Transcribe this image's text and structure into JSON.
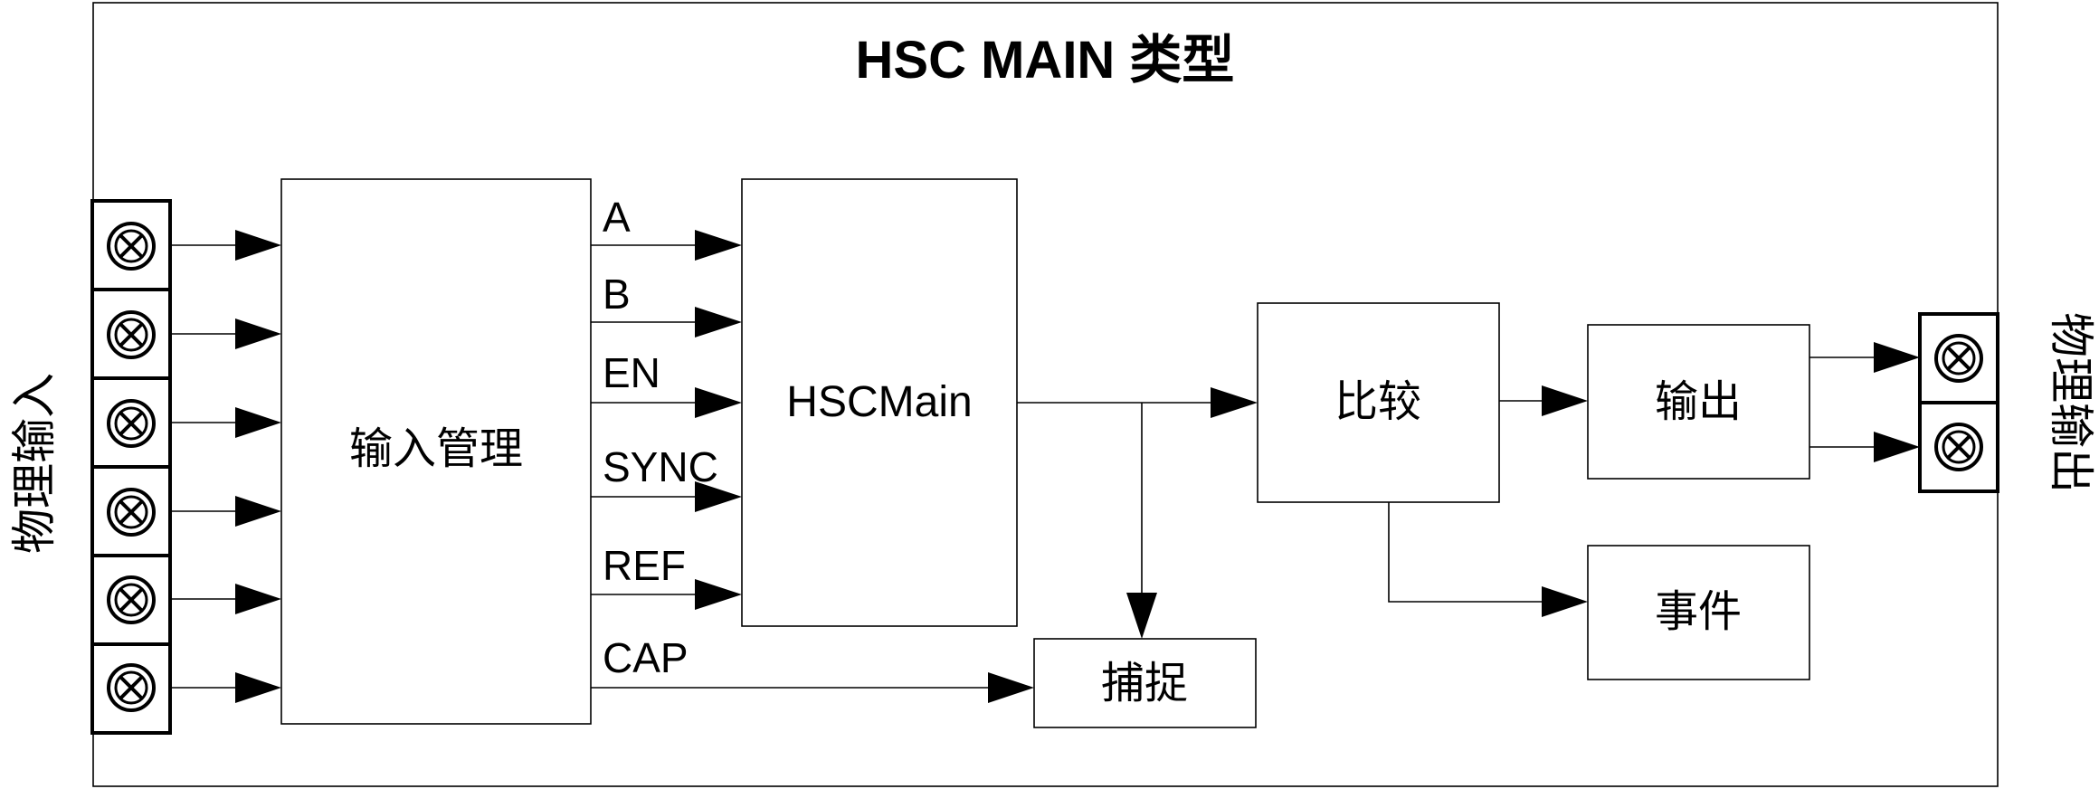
{
  "title": "HSC MAIN 类型",
  "side_labels": {
    "input": "物理输入",
    "output": "物理输出"
  },
  "blocks": {
    "input_manager": "输入管理",
    "hsc_main": "HSCMain",
    "compare": "比较",
    "output": "输出",
    "event": "事件",
    "capture": "捕捉"
  },
  "signals": [
    "A",
    "B",
    "EN",
    "SYNC",
    "REF",
    "CAP"
  ],
  "input_terminals": [
    "screw-terminal-icon",
    "screw-terminal-icon",
    "screw-terminal-icon",
    "screw-terminal-icon",
    "screw-terminal-icon",
    "screw-terminal-icon"
  ],
  "output_terminals": [
    "screw-terminal-icon",
    "screw-terminal-icon"
  ]
}
